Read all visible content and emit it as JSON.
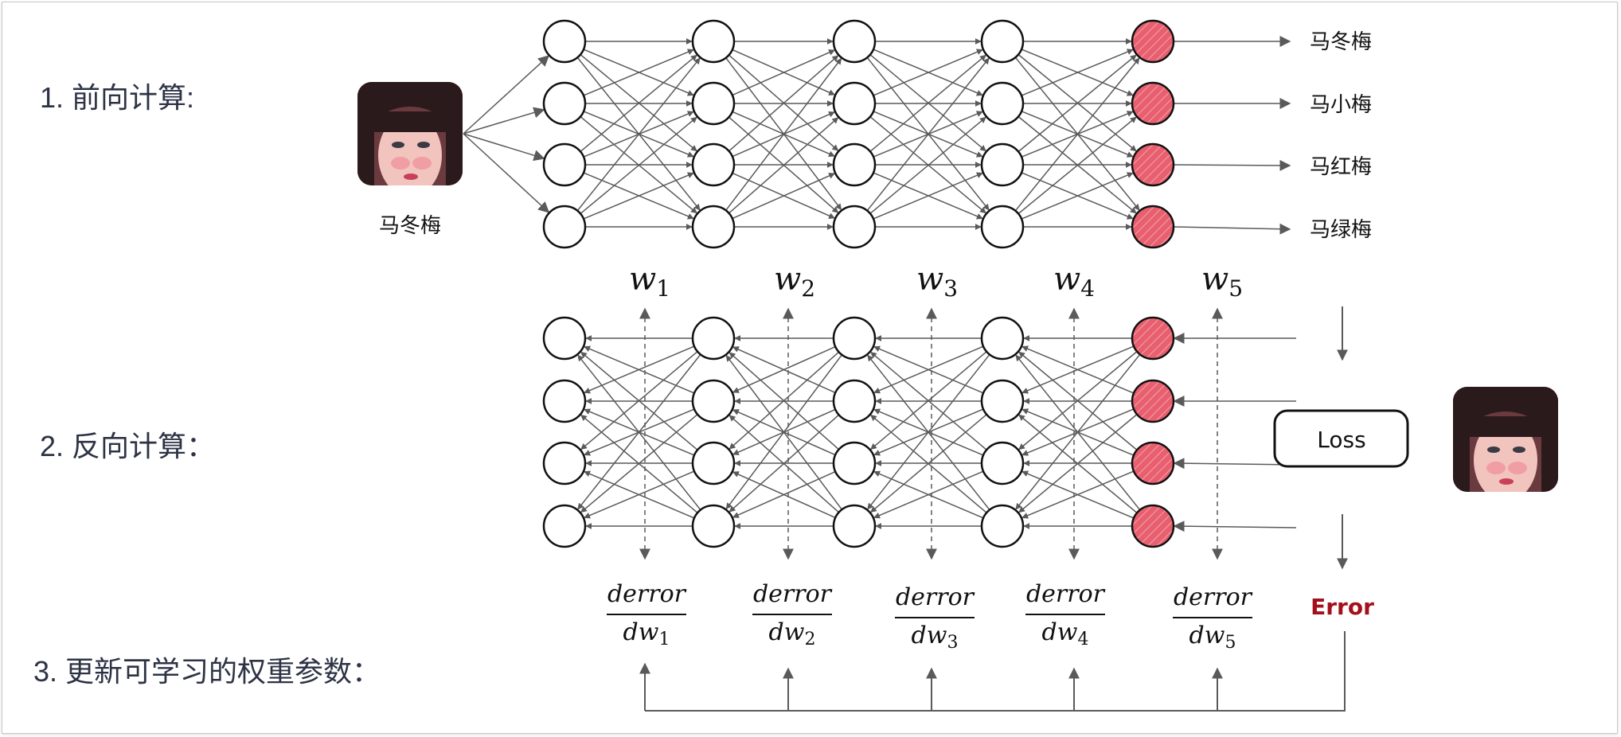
{
  "steps": {
    "forward": "1. 前向计算:",
    "backward": "2. 反向计算：",
    "update": "3. 更新可学习的权重参数："
  },
  "input_caption": "马冬梅",
  "outputs": [
    "马冬梅",
    "马小梅",
    "马红梅",
    "马绿梅"
  ],
  "weights": [
    {
      "base": "w",
      "sub": "1"
    },
    {
      "base": "w",
      "sub": "2"
    },
    {
      "base": "w",
      "sub": "3"
    },
    {
      "base": "w",
      "sub": "4"
    },
    {
      "base": "w",
      "sub": "5"
    }
  ],
  "gradients": [
    {
      "num": "derror",
      "den": "dw",
      "sub": "1"
    },
    {
      "num": "derror",
      "den": "dw",
      "sub": "2"
    },
    {
      "num": "derror",
      "den": "dw",
      "sub": "3"
    },
    {
      "num": "derror",
      "den": "dw",
      "sub": "4"
    },
    {
      "num": "derror",
      "den": "dw",
      "sub": "5"
    }
  ],
  "loss_label": "Loss",
  "error_label": "Error",
  "colors": {
    "text": "#2d3345",
    "arrow": "#5a5a5a",
    "output_node": "#e8606f",
    "error": "#a3101c"
  }
}
